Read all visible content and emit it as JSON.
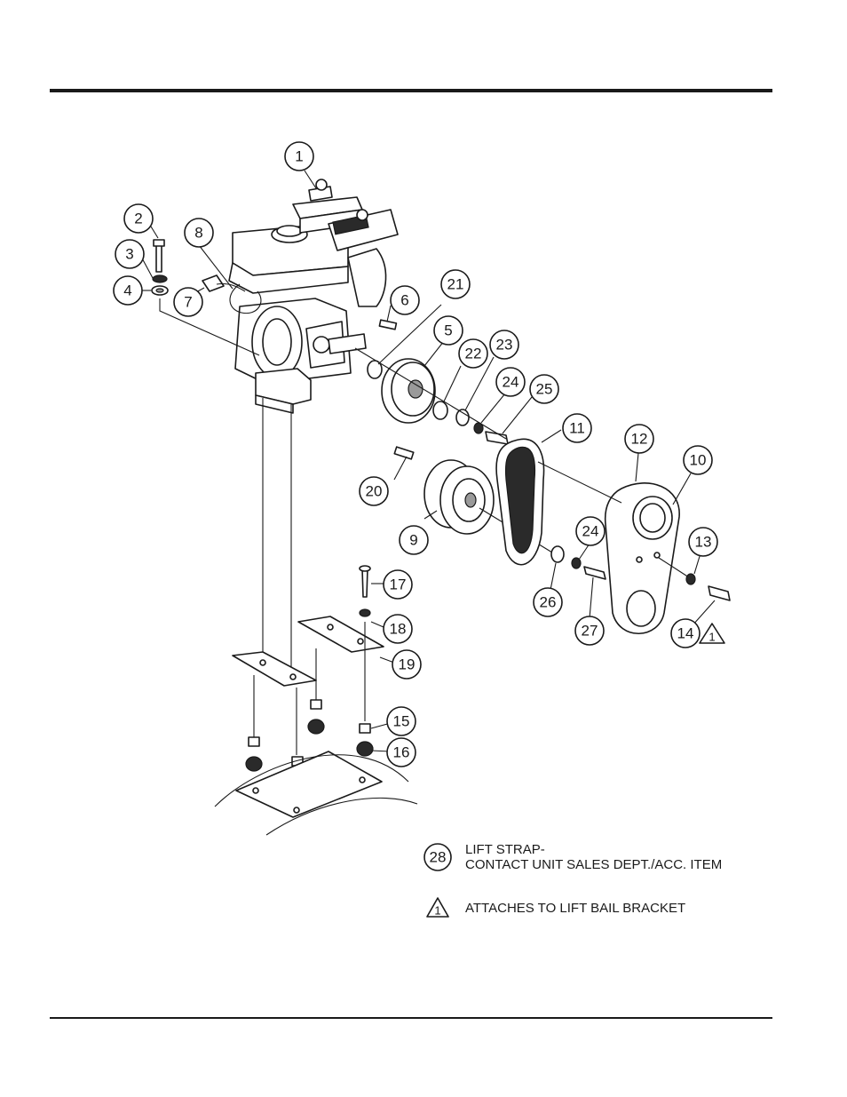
{
  "callouts": [
    "1",
    "2",
    "3",
    "4",
    "5",
    "6",
    "7",
    "8",
    "9",
    "10",
    "11",
    "12",
    "13",
    "14",
    "15",
    "16",
    "17",
    "18",
    "19",
    "20",
    "21",
    "22",
    "23",
    "24",
    "24",
    "25",
    "26",
    "27"
  ],
  "notes": {
    "lift_strap_number": "28",
    "lift_strap_line1": "LIFT STRAP-",
    "lift_strap_line2": "CONTACT UNIT SALES DEPT./ACC. ITEM",
    "bracket_symbol_number": "1",
    "bracket_text": "ATTACHES TO LIFT BAIL BRACKET",
    "callout_14_symbol": "1"
  }
}
